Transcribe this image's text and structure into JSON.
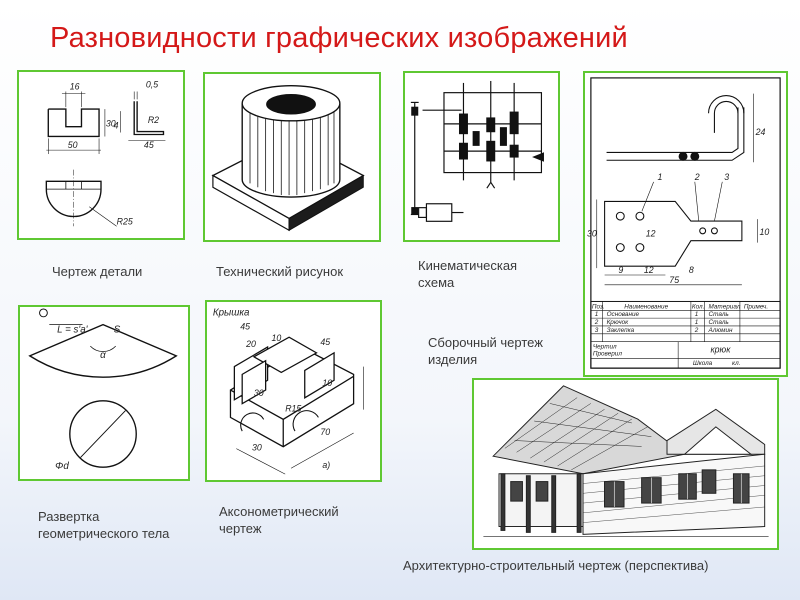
{
  "title": "Разновидности графических изображений",
  "panels": {
    "part_drawing": {
      "caption": "Чертеж детали",
      "dims": [
        "16",
        "0,5",
        "30",
        "4",
        "R2",
        "50",
        "45",
        "R25"
      ]
    },
    "technical_sketch": {
      "caption": "Технический рисунок"
    },
    "kinematic_scheme": {
      "caption_line1": "Кинематическая",
      "caption_line2": "схема"
    },
    "assembly_drawing": {
      "caption_line1": "Сборочный чертеж",
      "caption_line2": "изделия",
      "dims": [
        "24",
        "30",
        "12",
        "10",
        "9",
        "12",
        "8",
        "75"
      ],
      "balloons": [
        "1",
        "2",
        "3"
      ],
      "table_headers": [
        "Поз.",
        "Наименование",
        "Кол.",
        "Материал",
        "Примеч."
      ],
      "table_rows": [
        [
          "1",
          "Основание",
          "1",
          "Сталь",
          ""
        ],
        [
          "2",
          "Крючок",
          "1",
          "Сталь",
          ""
        ],
        [
          "3",
          "Заклепка",
          "2",
          "Алюмин",
          ""
        ]
      ],
      "stamp_left": [
        "Чертил",
        "Проверил"
      ],
      "stamp_name": "крюк",
      "stamp_school": "Школа",
      "stamp_class": "кл."
    },
    "development": {
      "caption_line1": "Развертка",
      "caption_line2": "геометрического тела",
      "formula": "L = s'a'",
      "label_s": "S",
      "label_alpha": "α",
      "label_d": "Φd"
    },
    "axonometric": {
      "caption_line1": "Аксонометрический",
      "caption_line2": "чертеж",
      "part_label": "Крышка",
      "dims": [
        "45",
        "20",
        "10",
        "45",
        "30",
        "10",
        "R15",
        "70",
        "30",
        "a)"
      ]
    },
    "architectural": {
      "caption": "Архитектурно-строительный чертеж (перспектива)"
    }
  }
}
